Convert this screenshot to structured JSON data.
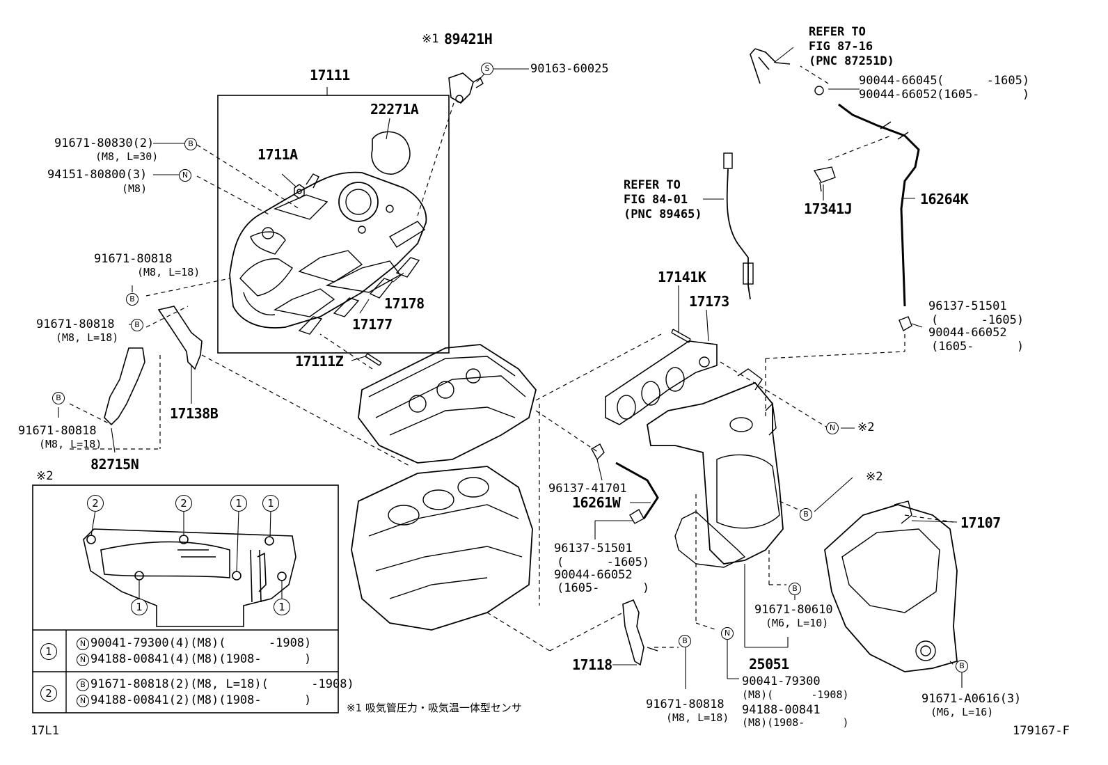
{
  "labels": {
    "p17111": "17111",
    "p22271A": "22271A",
    "p1711A": "1711A",
    "p89421H_note": "※1",
    "p89421H": "89421H",
    "p90163": "90163-60025",
    "p91671_80830": "91671-80830(2)",
    "p91671_80830_spec": "(M8, L=30)",
    "p94151": "94151-80800(3)",
    "p94151_spec": "(M8)",
    "p91671_80818_a": "91671-80818",
    "p91671_80818_a_spec": "(M8, L=18)",
    "p91671_80818_b": "91671-80818",
    "p91671_80818_b_spec": "(M8, L=18)",
    "p91671_80818_c": "91671-80818",
    "p91671_80818_c_spec": "(M8, L=18)",
    "p17178": "17178",
    "p17177": "17177",
    "p17111Z": "17111Z",
    "p17138B": "17138B",
    "p82715N": "82715N",
    "ref1_line1": "REFER TO",
    "ref1_line2": "FIG 87-16",
    "ref1_line3": "(PNC 87251D)",
    "p90044_66045": "90044-66045",
    "p90044_66045_range": "(      -1605)",
    "p90044_66052_top": "90044-66052",
    "p90044_66052_top_range": "(1605-      )",
    "p17341J": "17341J",
    "p16264K": "16264K",
    "ref2_line1": "REFER TO",
    "ref2_line2": "FIG 84-01",
    "ref2_line3": "(PNC 89465)",
    "p17141K": "17141K",
    "p17173": "17173",
    "p96137_51501_r": "96137-51501",
    "p96137_51501_r_range": "(      -1605)",
    "p90044_66052_r": "90044-66052",
    "p90044_66052_r_range": "(1605-      )",
    "note2_a": "※2",
    "note2_b": "※2",
    "p96137_41701": "96137-41701",
    "p16261W": "16261W",
    "p96137_51501_l": "96137-51501",
    "p96137_51501_l_range": "(      -1605)",
    "p90044_66052_l": "90044-66052",
    "p90044_66052_l_range": "(1605-      )",
    "p17107": "17107",
    "p91671_80610": "91671-80610",
    "p91671_80610_spec": "(M6, L=10)",
    "p25051": "25051",
    "p17118": "17118",
    "p91671_80818_d": "91671-80818",
    "p91671_80818_d_spec": "(M8, L=18)",
    "p90041_79300": "90041-79300",
    "p90041_79300_range": "(M8)(      -1908)",
    "p94188_00841": "94188-00841",
    "p94188_00841_range": "(M8)(1908-      )",
    "p91671_A0616": "91671-A0616(3)",
    "p91671_A0616_spec": "(M6, L=16)",
    "footnote": "※1 吸気管圧力・吸気温一体型センサ",
    "corner_left": "17L1",
    "corner_right": "179167-F"
  },
  "inset": {
    "note": "※2",
    "callout1": "1",
    "callout2": "2",
    "table": [
      {
        "num": "1",
        "rows": [
          {
            "marker": "N",
            "text": "90041-79300(4)(M8)(      -1908)"
          },
          {
            "marker": "N",
            "text": "94188-00841(4)(M8)(1908-      )"
          }
        ]
      },
      {
        "num": "2",
        "rows": [
          {
            "marker": "B",
            "text": "91671-80818(2)(M8, L=18)(      -1908)"
          },
          {
            "marker": "N",
            "text": "94188-00841(2)(M8)(1908-      )"
          }
        ]
      }
    ]
  },
  "markers": {
    "S": "S",
    "B": "B",
    "N": "N"
  }
}
